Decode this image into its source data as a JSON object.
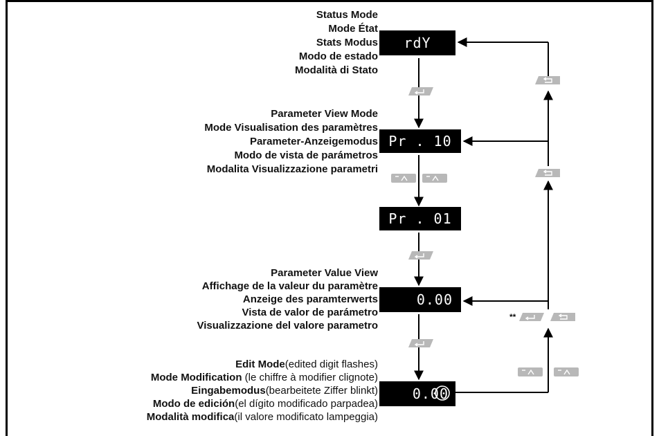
{
  "status": {
    "labels": [
      "Status Mode",
      "Mode État",
      "Stats Modus",
      "Modo de estado",
      "Modalità di Stato"
    ],
    "display": "rdY"
  },
  "param_view": {
    "labels": [
      "Parameter View Mode",
      "Mode Visualisation des paramètres",
      "Parameter-Anzeigemodus",
      "Modo de vista de parámetros",
      "Modalita Visualizzazione parametri"
    ],
    "display": "Pr . 10"
  },
  "param_select": {
    "display": "Pr . 01"
  },
  "value_view": {
    "labels": [
      "Parameter Value View",
      "Affichage de la valeur du paramètre",
      "Anzeige des paramterwerts",
      "Vista de valor de parámetro",
      "Visualizzazione del valore parametro"
    ],
    "display": "0.00"
  },
  "edit_mode": {
    "lines": [
      {
        "bold": "Edit Mode",
        "normal": "(edited digit flashes)"
      },
      {
        "bold": "Mode Modification",
        "normal": " (le chiffre à modifier clignote)"
      },
      {
        "bold": "Eingabemodus",
        "normal": "(bearbeitete Ziffer blinkt)"
      },
      {
        "bold": "Modo de edición",
        "normal": "(el dígito modificado parpadea)"
      },
      {
        "bold": "Modalità modifica",
        "normal": "(il valore modificato lampeggia)"
      }
    ],
    "display": "0.00"
  },
  "double_star": "**",
  "icons": {
    "enter_key": "enter-key-icon",
    "escape_key": "escape-key-icon",
    "up_key": "up-arrow-key-icon",
    "arrow": "arrow-icon"
  },
  "colors": {
    "key_fill": "#b8b8b8",
    "lcd_bg": "#000000",
    "lcd_fg": "#ffffff"
  }
}
